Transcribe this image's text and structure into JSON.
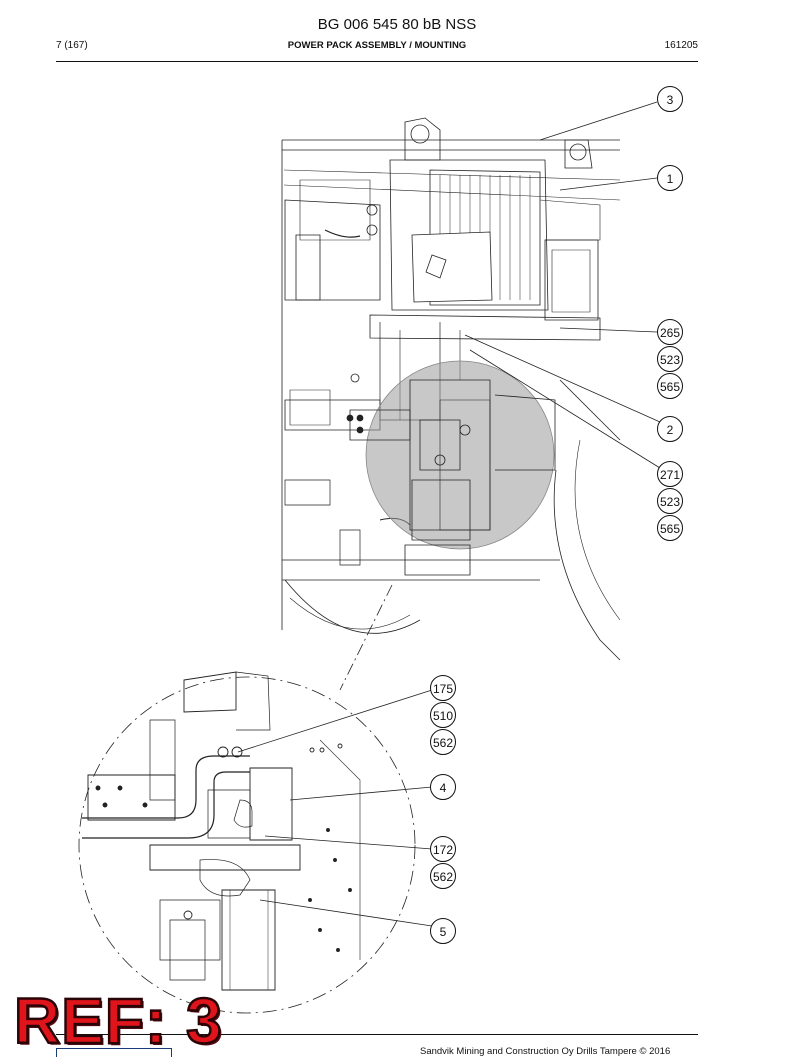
{
  "header": {
    "doc_number": "BG 006 545 80 bB NSS",
    "page": "7 (167)",
    "section": "POWER PACK ASSEMBLY / MOUNTING",
    "date": "161205"
  },
  "callouts": [
    {
      "id": "c3",
      "label": "3"
    },
    {
      "id": "c1",
      "label": "1"
    },
    {
      "id": "c265",
      "label": "265"
    },
    {
      "id": "c523a",
      "label": "523"
    },
    {
      "id": "c565a",
      "label": "565"
    },
    {
      "id": "c2",
      "label": "2"
    },
    {
      "id": "c271",
      "label": "271"
    },
    {
      "id": "c523b",
      "label": "523"
    },
    {
      "id": "c565b",
      "label": "565"
    },
    {
      "id": "c175",
      "label": "175"
    },
    {
      "id": "c510",
      "label": "510"
    },
    {
      "id": "c562a",
      "label": "562"
    },
    {
      "id": "c4",
      "label": "4"
    },
    {
      "id": "c172",
      "label": "172"
    },
    {
      "id": "c562b",
      "label": "562"
    },
    {
      "id": "c5",
      "label": "5"
    }
  ],
  "ref_stamp": "REF: 3",
  "footer": {
    "copyright": "Sandvik Mining and Construction Oy Drills Tampere © 2016"
  },
  "colors": {
    "ref_red": "#e0141b",
    "highlight_gray": "#9a9a9a",
    "line": "#222222"
  }
}
